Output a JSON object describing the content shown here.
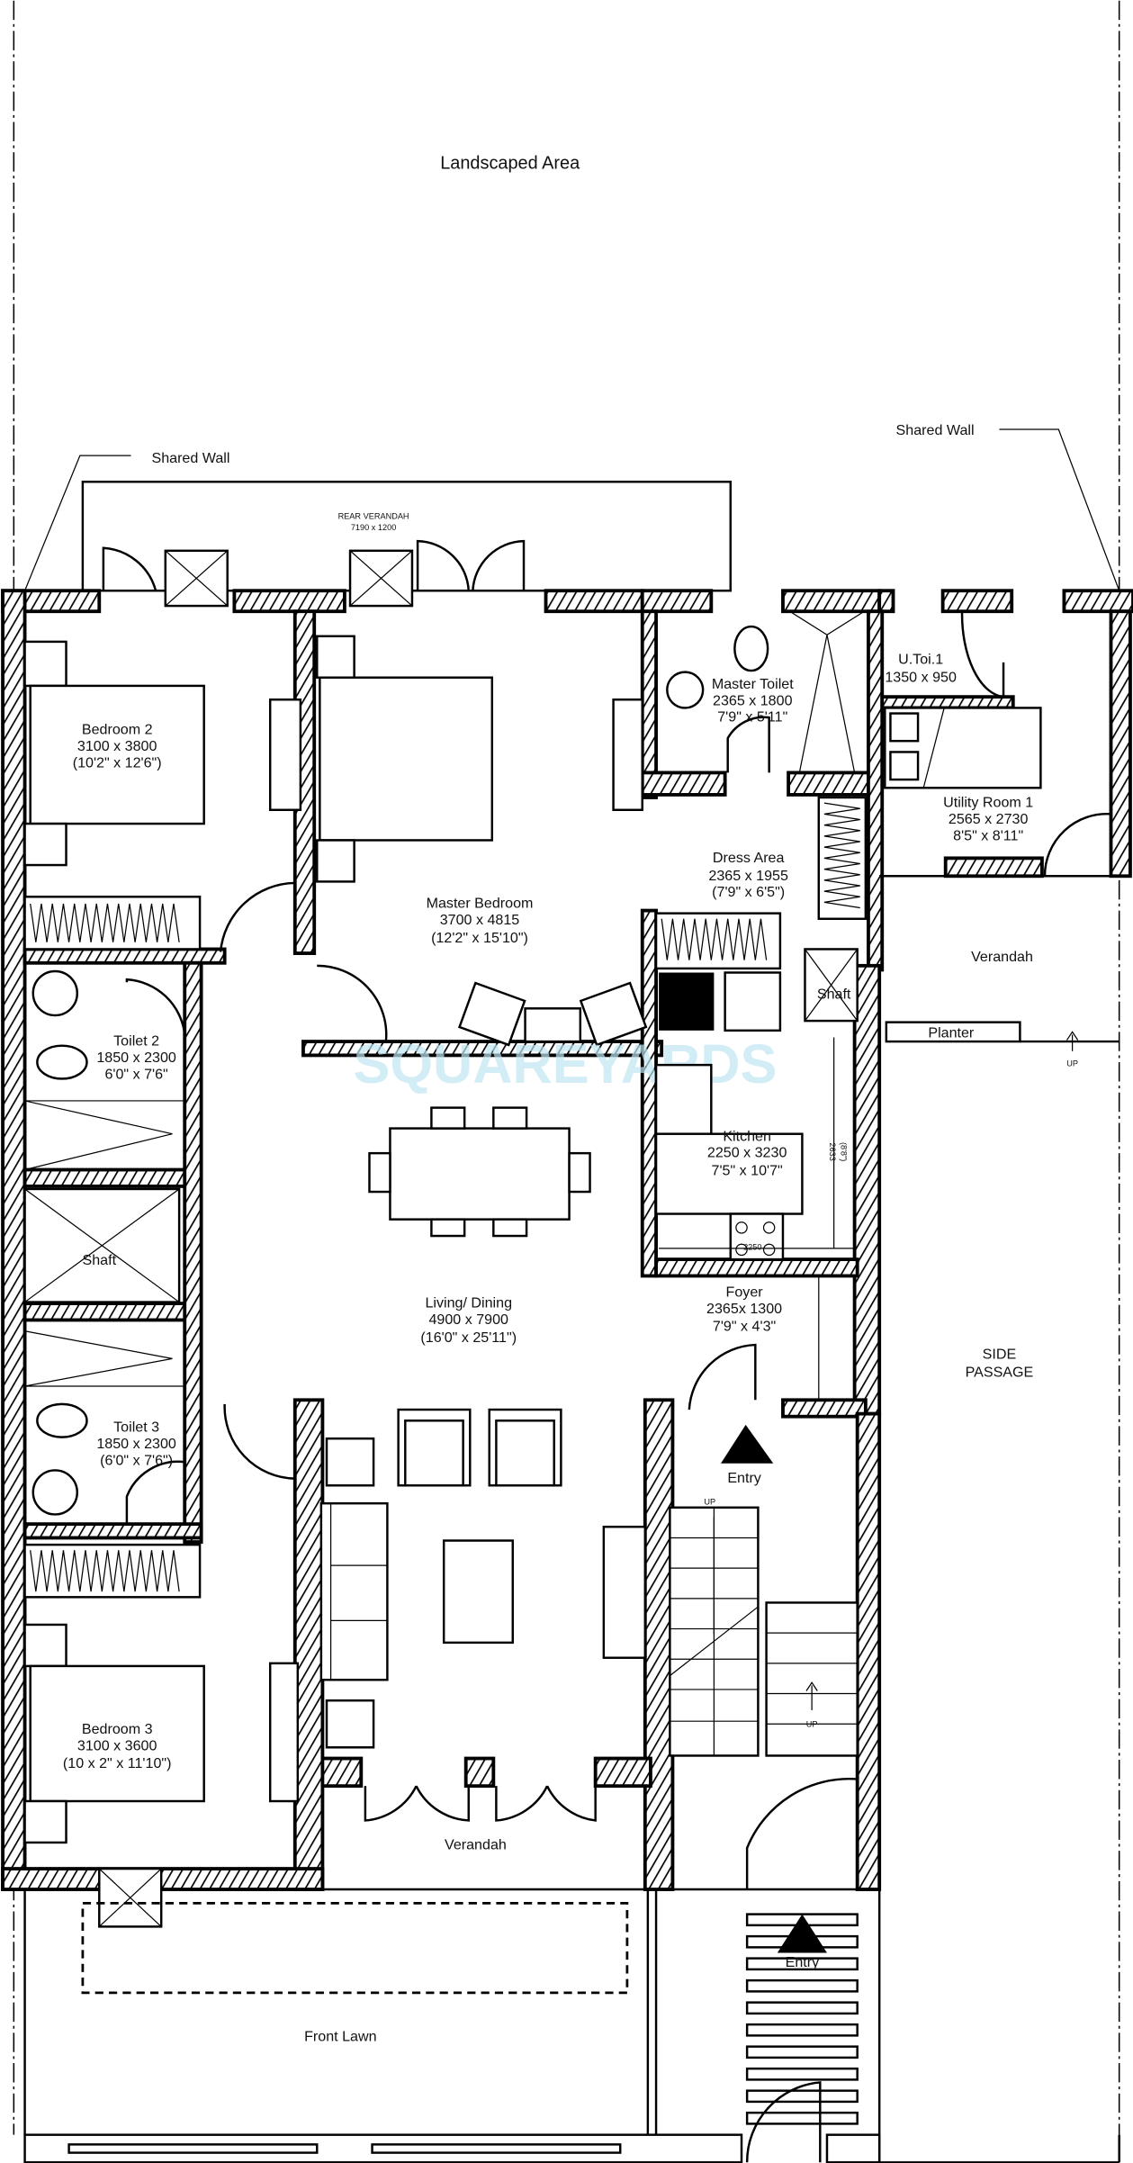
{
  "plan": {
    "watermark": "SQUAREYARDS",
    "annotations": {
      "landscaped_area": "Landscaped Area",
      "shared_wall_left": "Shared Wall",
      "shared_wall_right": "Shared Wall",
      "side_passage_1": "SIDE",
      "side_passage_2": "PASSAGE",
      "front_lawn": "Front Lawn",
      "planter": "Planter",
      "up_1": "UP",
      "up_2": "UP",
      "up_3": "UP",
      "entry_inner": "Entry",
      "entry_outer": "Entry",
      "shaft_1": "Shaft",
      "shaft_2": "Shaft",
      "kitchen_dim_side": "2633",
      "kitchen_dim_side_ft": "(8'8\")",
      "kitchen_dim_small": "2250"
    },
    "rooms": {
      "rear_verandah": {
        "name": "REAR VERANDAH",
        "mm": "7190 x 1200"
      },
      "bedroom2": {
        "name": "Bedroom 2",
        "mm": "3100 x 3800",
        "ft": "(10'2\" x 12'6\")"
      },
      "master_bedroom": {
        "name": "Master Bedroom",
        "mm": "3700 x 4815",
        "ft": "(12'2\" x 15'10\")"
      },
      "master_toilet": {
        "name": "Master Toilet",
        "mm": "2365 x 1800",
        "ft": "7'9\" x 5'11\""
      },
      "utoi1": {
        "name": "U.Toi.1",
        "mm": "1350 x 950"
      },
      "utility_room1": {
        "name": "Utility Room 1",
        "mm": "2565 x 2730",
        "ft": "8'5\" x 8'11\""
      },
      "dress_area": {
        "name": "Dress Area",
        "mm": "2365 x 1955",
        "ft": "(7'9\" x 6'5\")"
      },
      "verandah_side": {
        "name": "Verandah"
      },
      "toilet2": {
        "name": "Toilet 2",
        "mm": "1850 x 2300",
        "ft": "6'0\" x 7'6\""
      },
      "kitchen": {
        "name": "Kitchen",
        "mm": "2250 x 3230",
        "ft": "7'5\" x 10'7\""
      },
      "living_dining": {
        "name": "Living/ Dining",
        "mm": "4900 x 7900",
        "ft": "(16'0\" x 25'11\")"
      },
      "foyer": {
        "name": "Foyer",
        "mm": "2365x 1300",
        "ft": "7'9\" x 4'3\""
      },
      "toilet3": {
        "name": "Toilet 3",
        "mm": "1850 x 2300",
        "ft": "(6'0\" x 7'6\")"
      },
      "bedroom3": {
        "name": "Bedroom 3",
        "mm": "3100 x 3600",
        "ft": "(10 x 2\" x 11'10\")"
      },
      "verandah_front": {
        "name": "Verandah"
      }
    }
  }
}
